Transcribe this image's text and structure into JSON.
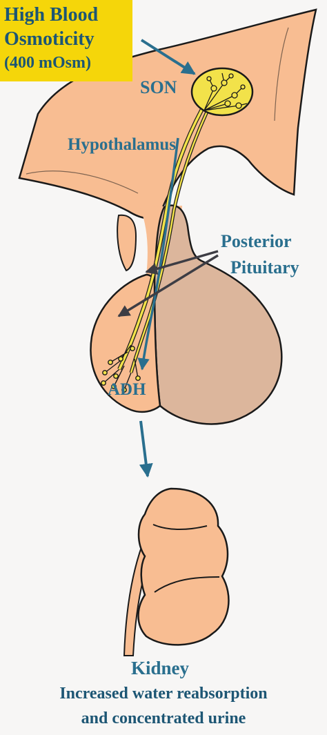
{
  "callout": {
    "line1": "High Blood",
    "line2": "Osmoticity",
    "line3": "(400 mOsm)"
  },
  "labels": {
    "son": "SON",
    "hypothalamus": "Hypothalamus",
    "posterior": "Posterior",
    "pituitary": "Pituitary",
    "adh": "ADH",
    "kidney": "Kidney",
    "caption1": "Increased water reabsorption",
    "caption2": "and concentrated urine"
  },
  "colors": {
    "tissue": "#f8bd92",
    "posterior_lobe": "#dcb69c",
    "outline": "#1a1a1a",
    "label": "#2a6f8e",
    "arrow": "#2a6f8e",
    "nerve": "#f2e24a",
    "callout_bg": "#f5d60a"
  }
}
